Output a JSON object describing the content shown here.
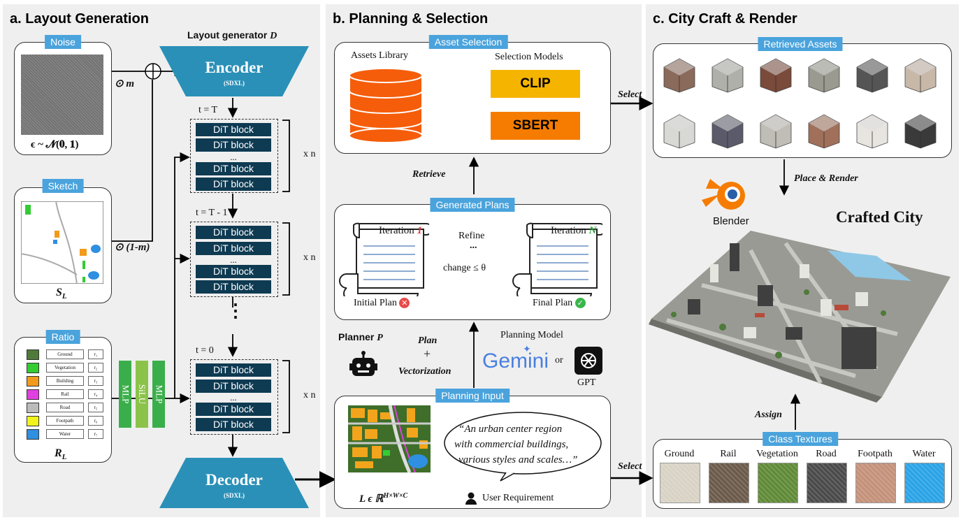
{
  "panels": {
    "a_title": "a. Layout Generation",
    "b_title": "b. Planning & Selection",
    "c_title": "c. City Craft & Render"
  },
  "layout_generation": {
    "generator_title": "Layout generator ",
    "generator_symbol": "D",
    "noise_tag": "Noise",
    "noise_formula": "ϵ ~ 𝓝(𝟎, 𝟏)",
    "mask_label": "⊙ m",
    "sketch_tag": "Sketch",
    "sketch_symbol": "S",
    "sketch_sub": "L",
    "inv_mask_label": "⊙ (1-m)",
    "ratio_tag": "Ratio",
    "ratio_symbol": "R",
    "ratio_sub": "L",
    "ratio_rows": [
      {
        "label": "Ground",
        "value": "r₁",
        "color": "#4f7a3a"
      },
      {
        "label": "Vegetation",
        "value": "r₂",
        "color": "#33cc33"
      },
      {
        "label": "Building",
        "value": "r₃",
        "color": "#f29a1c"
      },
      {
        "label": "Rail",
        "value": "r₄",
        "color": "#e040e0"
      },
      {
        "label": "Road",
        "value": "r₅",
        "color": "#bbbbbb"
      },
      {
        "label": "Footpath",
        "value": "r₆",
        "color": "#f2f21c"
      },
      {
        "label": "Water",
        "value": "r₇",
        "color": "#2f8fe0"
      }
    ],
    "mlp_blocks": [
      "MLP",
      "SiLU",
      "MLP"
    ],
    "encoder": "Encoder",
    "encoder_sub": "(SDXL)",
    "decoder": "Decoder",
    "decoder_sub": "(SDXL)",
    "steps": [
      "t = T",
      "t = T - 1",
      "t = 0"
    ],
    "dit_label": "DiT block",
    "dit_dots": "...",
    "repeat": "x n",
    "vdots": "⋮"
  },
  "planning": {
    "asset_selection_tag": "Asset Selection",
    "assets_library": "Assets Library",
    "selection_models": "Selection Models",
    "clip": "CLIP",
    "sbert": "SBERT",
    "retrieve": "Retrieve",
    "generated_plans_tag": "Generated Plans",
    "iteration_1_text": "Iteration ",
    "iteration_1_num": "1",
    "iteration_n_text": "Iteration ",
    "iteration_n_num": "N",
    "refine": "Refine",
    "refine_dots": "...",
    "change": "change ≤  θ",
    "initial_plan": "Initial Plan",
    "final_plan": "Final Plan",
    "planner_text": "Planner ",
    "planner_symbol": "P",
    "plan_label": "Plan",
    "plus": "+",
    "vectorization": "Vectorization",
    "planning_model": "Planning Model",
    "gemini": "Gemini",
    "or": "or",
    "gpt": "GPT",
    "planning_input_tag": "Planning Input",
    "user_quote_1": "“An urban center region",
    "user_quote_2": "with commercial buildings,",
    "user_quote_3": "various styles and scales…”",
    "user_requirement": "User Requirement",
    "layout_symbol": "L ϵ ℝ",
    "layout_sup": "H×W×C"
  },
  "city": {
    "select_1": "Select",
    "select_2": "Select",
    "retrieved_tag": "Retrieved Assets",
    "place_render": "Place & Render",
    "blender": "Blender",
    "crafted_city": "Crafted City",
    "assign": "Assign",
    "class_textures_tag": "Class Textures",
    "textures": [
      {
        "label": "Ground",
        "color": "#d8d2c4"
      },
      {
        "label": "Rail",
        "color": "#6b5a4a"
      },
      {
        "label": "Vegetation",
        "color": "#5f8a36"
      },
      {
        "label": "Road",
        "color": "#4a4a4a"
      },
      {
        "label": "Footpath",
        "color": "#c4917a"
      },
      {
        "label": "Water",
        "color": "#29a3e6"
      }
    ]
  },
  "colors": {
    "accent_blue": "#4aa3dc",
    "encoder_teal": "#2a90b8",
    "dit_navy": "#0e3a52",
    "clip_yellow": "#f5b400",
    "sbert_orange": "#f57c00",
    "db_orange": "#f55d0a",
    "mlp_green": "#3aae4a",
    "silu_green": "#8bc34a"
  }
}
